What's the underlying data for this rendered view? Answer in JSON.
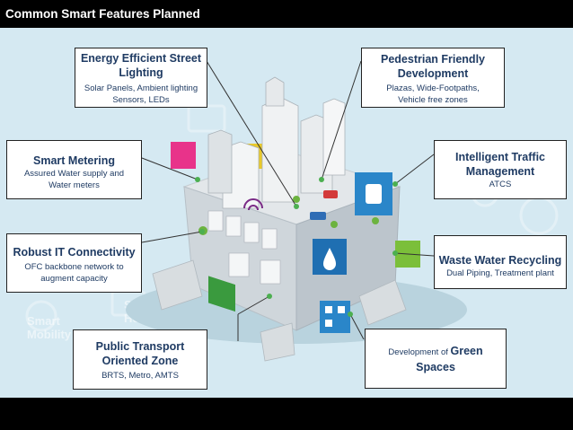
{
  "slide": {
    "title": "Common Smart Features Planned",
    "background_color": "#d5e9f2",
    "text_color": "#1f3b63"
  },
  "features": [
    {
      "id": "street-lighting",
      "title_line1": "Energy Efficient Street",
      "title_line2": "Lighting",
      "sub_line1": "Solar Panels, Ambient lighting",
      "sub_line2": "Sensors, LEDs"
    },
    {
      "id": "pedestrian",
      "title_line1": "Pedestrian Friendly",
      "title_line2": "Development",
      "sub_line1": "Plazas, Wide-Footpaths,",
      "sub_line2": "Vehicle free zones"
    },
    {
      "id": "smart-metering",
      "title_line1": "Smart Metering",
      "sub_line1": "Assured Water supply and",
      "sub_line2": "Water meters"
    },
    {
      "id": "traffic",
      "title_line1": "Intelligent Traffic",
      "title_line2": "Management",
      "sub_line1": "ATCS"
    },
    {
      "id": "it-connectivity",
      "title_line1": "Robust IT Connectivity",
      "sub_line1": "OFC backbone network to",
      "sub_line2": "augment capacity"
    },
    {
      "id": "waste-water",
      "title_line1": "Waste Water Recycling",
      "sub_line1": "Dual Piping, Treatment plant"
    },
    {
      "id": "public-transport",
      "title_line1": "Public Transport",
      "title_line2": "Oriented Zone",
      "sub_line1": "BRTS, Metro, AMTS"
    },
    {
      "id": "green-spaces",
      "pre": "Development of ",
      "green": "Green",
      "title_line2": "Spaces"
    }
  ],
  "background_words": [
    "Smart",
    "Mobility",
    "Smart",
    "Home"
  ]
}
